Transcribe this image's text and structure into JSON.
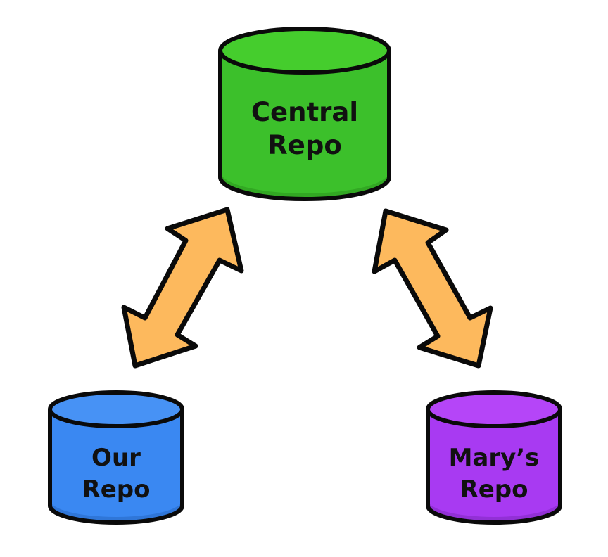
{
  "diagram": {
    "type": "repository-topology",
    "nodes": [
      {
        "id": "central",
        "line1": "Central",
        "line2": "Repo",
        "color_top": "#45cd2d",
        "color_body": "#3cc02b",
        "color_shade": "#32a823"
      },
      {
        "id": "ours",
        "line1": "Our",
        "line2": "Repo",
        "color_top": "#4792f5",
        "color_body": "#3a88f2",
        "color_shade": "#2f76d8"
      },
      {
        "id": "marys",
        "line1": "Mary’s",
        "line2": "Repo",
        "color_top": "#b545f8",
        "color_body": "#a83af2",
        "color_shade": "#9230d6"
      }
    ],
    "edges": [
      {
        "from": "ours",
        "to": "central",
        "direction": "bidirectional"
      },
      {
        "from": "marys",
        "to": "central",
        "direction": "bidirectional"
      }
    ],
    "arrow_color": "#fdb95d",
    "outline_color": "#0a0a0a"
  }
}
